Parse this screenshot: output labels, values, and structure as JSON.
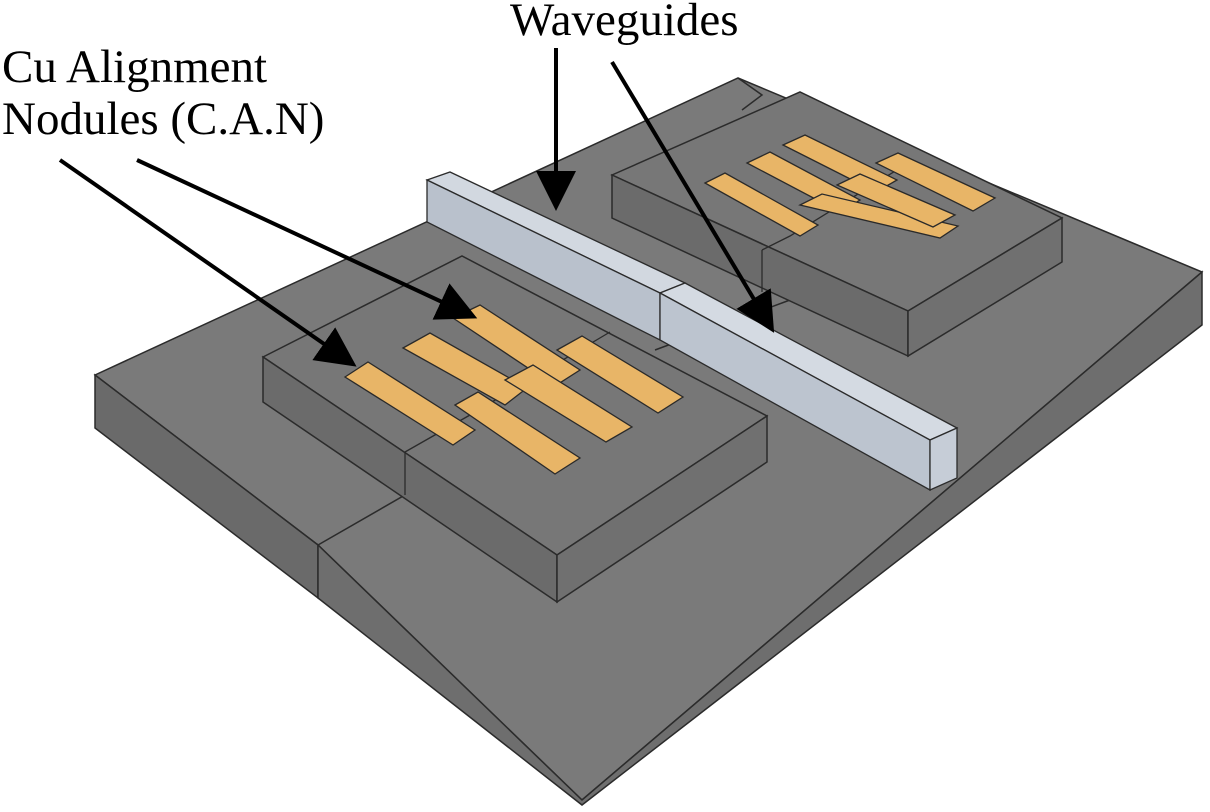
{
  "labels": {
    "waveguides": "Waveguides",
    "can_line1": "Cu Alignment",
    "can_line2": "Nodules (C.A.N)"
  },
  "colors": {
    "substrate_top": "#7a7a7a",
    "substrate_side": "#696969",
    "substrate_front": "#6e6e6e",
    "chip_top": "#767676",
    "chip_side": "#6b6b6b",
    "pad_fill": "#e8b567",
    "pad_stroke": "#2a2a2a",
    "waveguide_top": "#d2d8e0",
    "waveguide_side": "#b8c0cb",
    "edge": "#2b2b2b",
    "arrow": "#000000",
    "label": "#000000"
  }
}
